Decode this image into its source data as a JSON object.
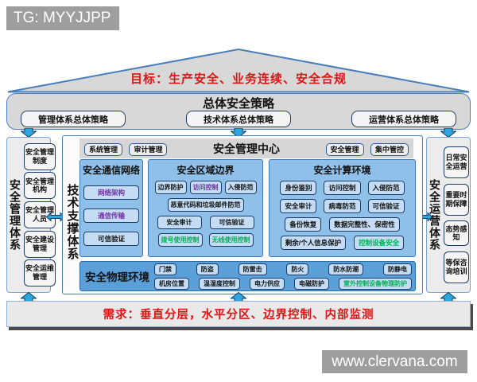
{
  "colors": {
    "accent_red": "#e01515",
    "purple": "#7030a0",
    "green": "#00b050",
    "panel_blue": "#8fc0ea",
    "deep_blue": "#5b9fd8",
    "box_blue": "#c4ddf4",
    "border_navy": "#1d3c6e",
    "border_blue": "#4a7ebb",
    "arrow_cyan": "#2aa7df",
    "gray_badge": "#9e9e9e"
  },
  "badges": {
    "tg": "TG: MYYJJPP",
    "site": "www.clervana.com"
  },
  "roof": {
    "goal": "目标：生产安全、业务连续、安全合规"
  },
  "strategy": {
    "title": "总体安全策略",
    "items": [
      "管理体系总体策略",
      "技术体系总体策略",
      "运营体系总体策略"
    ]
  },
  "left_pillar": {
    "title": "安全管理体系",
    "items": [
      "安全管理制度",
      "安全管理机构",
      "安全管理人员",
      "安全建设管理",
      "安全运维管理"
    ]
  },
  "right_pillar": {
    "title": "安全运营体系",
    "items": [
      "日常安全运营",
      "重要时期保障",
      "态势感知",
      "等保咨询培训"
    ]
  },
  "center": {
    "title": "安全管理中心",
    "vertical_title": "技术支撑体系",
    "mgmt_left": [
      "系统管理",
      "审计管理"
    ],
    "mgmt_right": [
      "安全管理",
      "集中管控"
    ],
    "comm_panel": {
      "title": "安全通信网络",
      "items": [
        {
          "label": "网络架构",
          "accent": "purple"
        },
        {
          "label": "通信传输",
          "accent": "purple"
        },
        {
          "label": "可信验证",
          "accent": "none"
        }
      ]
    },
    "boundary_panel": {
      "title": "安全区域边界",
      "items": [
        {
          "label": "边界防护",
          "accent": "none"
        },
        {
          "label": "访问控制",
          "accent": "purple"
        },
        {
          "label": "入侵防范",
          "accent": "none"
        },
        {
          "label": "恶意代码和垃圾邮件防范",
          "accent": "none"
        },
        {
          "label": "安全审计",
          "accent": "none"
        },
        {
          "label": "可信验证",
          "accent": "none"
        },
        {
          "label": "拨号使用控制",
          "accent": "green"
        },
        {
          "label": "无线使用控制",
          "accent": "green"
        }
      ]
    },
    "compute_panel": {
      "title": "安全计算环境",
      "items": [
        {
          "label": "身份鉴别",
          "accent": "none"
        },
        {
          "label": "访问控制",
          "accent": "none"
        },
        {
          "label": "入侵防范",
          "accent": "none"
        },
        {
          "label": "安全审计",
          "accent": "none"
        },
        {
          "label": "病毒防范",
          "accent": "none"
        },
        {
          "label": "可信验证",
          "accent": "none"
        },
        {
          "label": "备份恢复",
          "accent": "none"
        },
        {
          "label": "数据完整性、保密性",
          "accent": "none"
        },
        {
          "label": "剩余/个人信息保护",
          "accent": "none"
        },
        {
          "label": "控制设备安全",
          "accent": "green"
        }
      ]
    },
    "physical_panel": {
      "title": "安全物理环境",
      "row1": [
        "门禁",
        "防盗",
        "防雷击",
        "防火",
        "防水防潮",
        "防静电"
      ],
      "row2": [
        {
          "label": "机房位置",
          "accent": "none"
        },
        {
          "label": "温湿度控制",
          "accent": "none"
        },
        {
          "label": "电力供应",
          "accent": "none"
        },
        {
          "label": "电磁防护",
          "accent": "none"
        },
        {
          "label": "室外控制设备物理防护",
          "accent": "green"
        }
      ]
    }
  },
  "bottom": {
    "requirement": "需求：垂直分层，水平分区、边界控制、内部监测"
  }
}
